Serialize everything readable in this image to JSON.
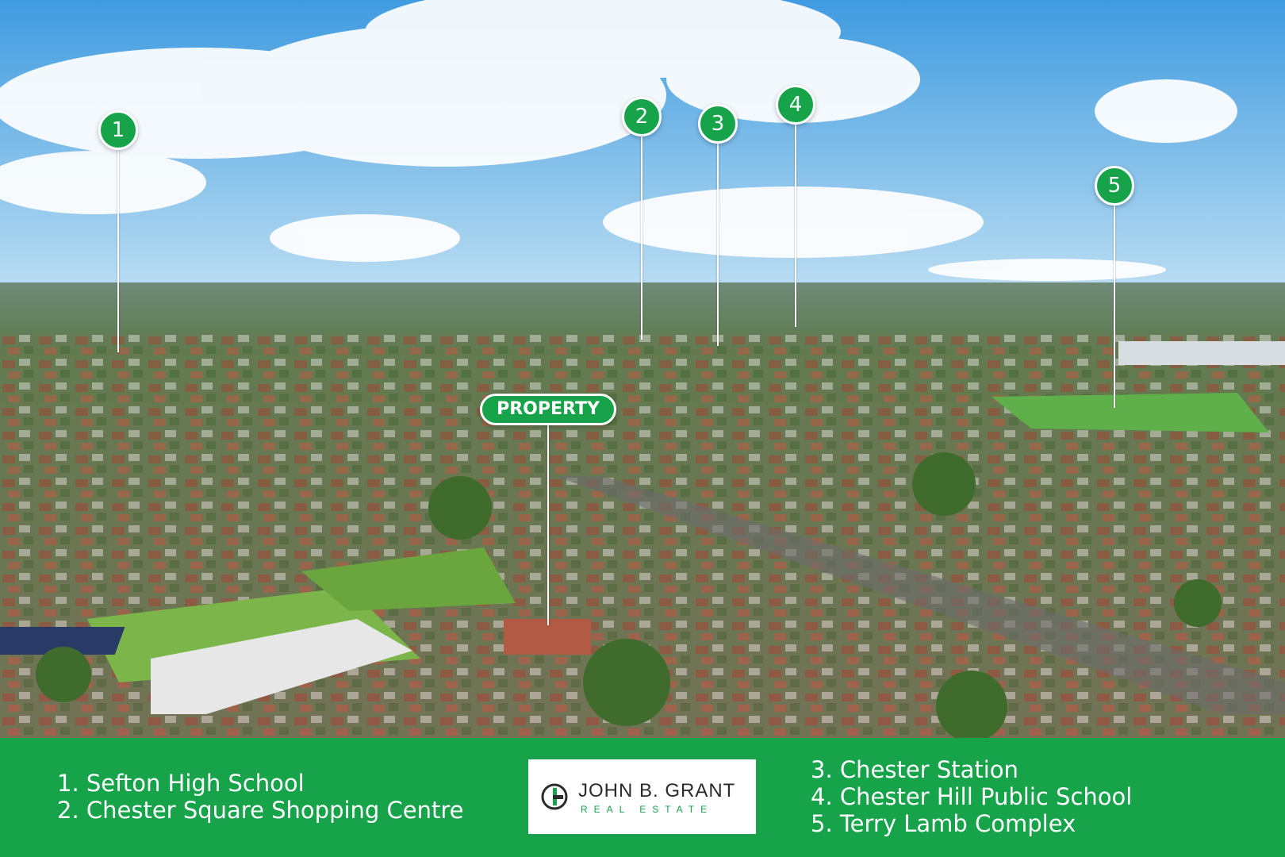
{
  "property_label": "PROPERTY",
  "markers": [
    "1",
    "2",
    "3",
    "4",
    "5"
  ],
  "legend_left": [
    "1. Sefton High School",
    "2. Chester Square Shopping Centre"
  ],
  "legend_right": [
    "3. Chester Station",
    "4. Chester Hill Public School",
    "5. Terry Lamb Complex"
  ],
  "logo": {
    "name": "JOHN B. GRANT",
    "subtitle": "REAL ESTATE"
  },
  "colors": {
    "brand_green": "#16a34a",
    "sky": "#6fb8e8"
  }
}
